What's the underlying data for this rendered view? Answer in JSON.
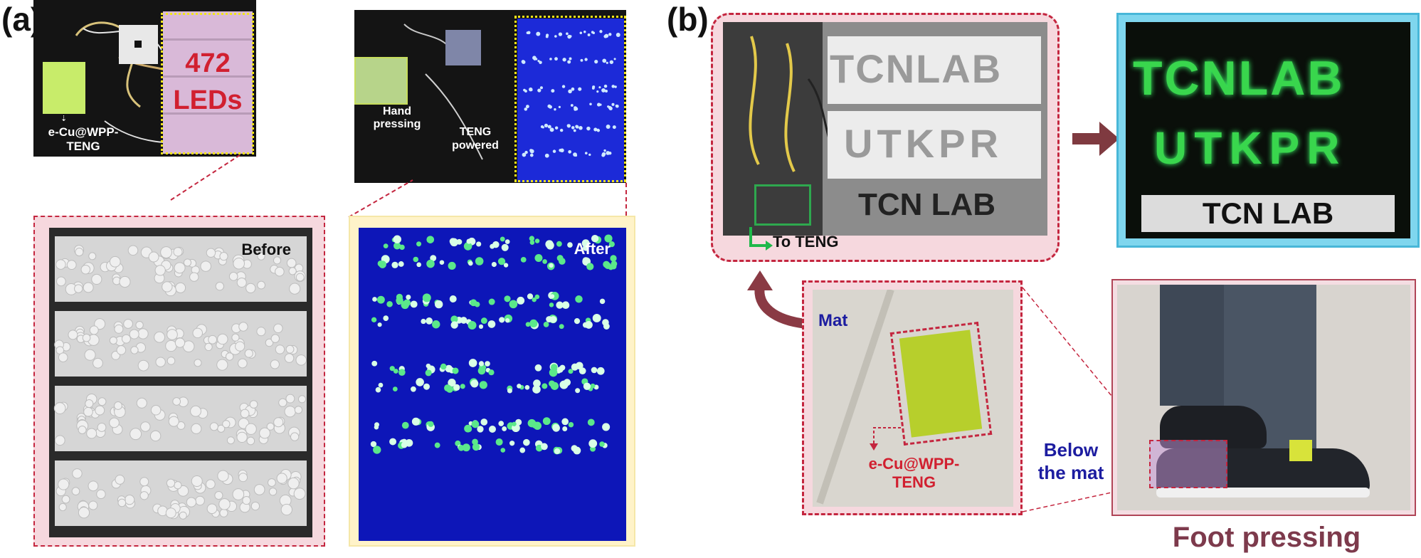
{
  "panel_a": {
    "letter": "(a)",
    "top_left": {
      "led_count": "472",
      "led_word": "LEDs",
      "teng_label_line1": "e-Cu@WPP-",
      "teng_label_line2": "TENG"
    },
    "top_right": {
      "hand_line1": "Hand",
      "hand_line2": "pressing",
      "teng_line1": "TENG",
      "teng_line2": "powered"
    },
    "bottom_left": {
      "label": "Before"
    },
    "bottom_right": {
      "label": "After"
    }
  },
  "panel_b": {
    "letter": "(b)",
    "board_photo": {
      "row1_text": "TCNLAB",
      "row2_text": "UTKPR",
      "caption": "TCN LAB",
      "to_teng_label": "To TENG"
    },
    "lit_photo": {
      "row1_text": "TCNLAB",
      "row2_text": "UTKPR",
      "caption": "TCN LAB"
    },
    "mat_photo": {
      "mat_label": "Mat",
      "teng_line1": "e-Cu@WPP-",
      "teng_line2": "TENG",
      "below_line1": "Below",
      "below_line2": "the mat"
    },
    "foot_photo": {
      "caption": "Foot pressing"
    }
  },
  "colors": {
    "accent_red": "#c4263f",
    "led_green": "#38e070",
    "led_blue_bg": "#0d16b8",
    "dotted_yellow": "#f3e51a",
    "caption_maroon": "#7d3a4c",
    "label_blue": "#1c1ca0"
  }
}
